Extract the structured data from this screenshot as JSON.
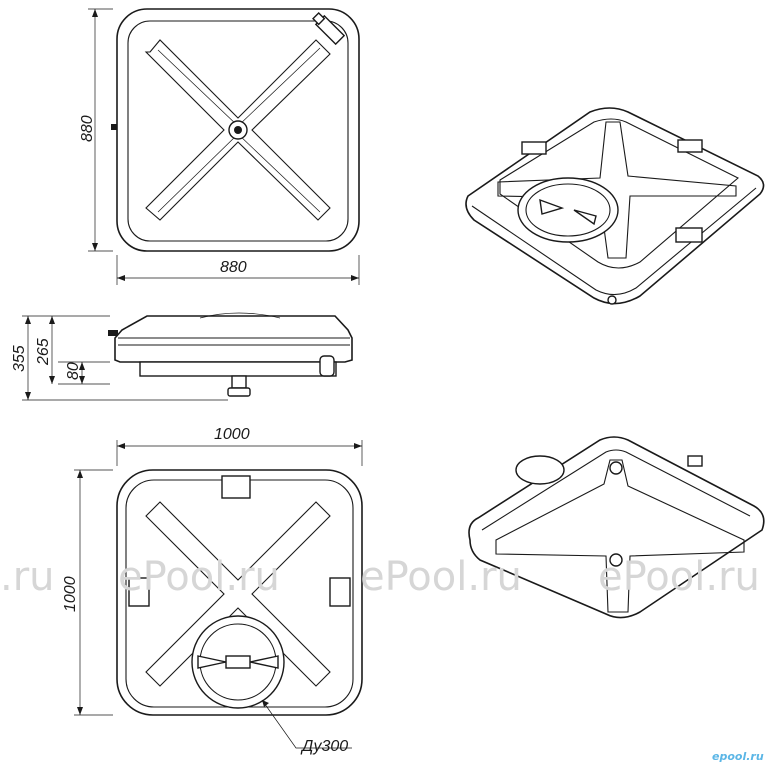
{
  "top_view": {
    "width_label": "880",
    "height_label": "880"
  },
  "side_view": {
    "total_height_label": "355",
    "body_height_label": "265",
    "base_height_label": "80"
  },
  "bottom_view": {
    "width_label": "1000",
    "height_label": "1000",
    "outlet_label": "Ду300"
  },
  "watermark": {
    "text": "ePool.ru",
    "partial_text": ".ru"
  },
  "logo": {
    "text": "epool.ru"
  }
}
